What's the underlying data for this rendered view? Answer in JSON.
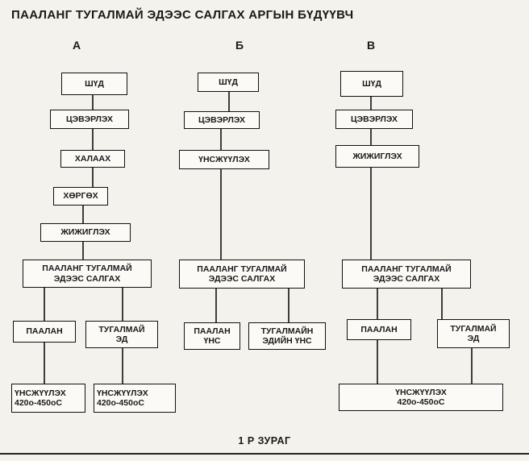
{
  "title": "ПААЛАНГ ТУГАЛМАЙ ЭДЭЭС САЛГАХ АРГЫН БҮДҮҮВЧ",
  "columns": {
    "a": {
      "label": "А",
      "steps": [
        "ШҮД",
        "ЦЭВЭРЛЭХ",
        "ХАЛААХ",
        "ХӨРГӨХ",
        "ЖИЖИГЛЭХ",
        "ПААЛАНГ ТУГАЛМАЙ\nЭДЭЭС САЛГАХ"
      ],
      "branch_left": "ПААЛАН",
      "branch_right": "ТУГАЛМАЙ\nЭД",
      "end_left": "ҮНСЖҮҮЛЭХ\n420о-450оС",
      "end_right": "ҮНСЖҮҮЛЭХ\n420о-450оС"
    },
    "b": {
      "label": "Б",
      "steps": [
        "ШҮД",
        "ЦЭВЭРЛЭХ",
        "ҮНСЖҮҮЛЭХ",
        "ПААЛАНГ ТУГАЛМАЙ\nЭДЭЭС САЛГАХ"
      ],
      "branch_left": "ПААЛАН\nҮНС",
      "branch_right": "ТУГАЛМАЙН\nЭДИЙН ҮНС"
    },
    "c": {
      "label": "В",
      "steps": [
        "ШҮД",
        "ЦЭВЭРЛЭХ",
        "ЖИЖИГЛЭХ",
        "ПААЛАНГ ТУГАЛМАЙ\nЭДЭЭС САЛГАХ"
      ],
      "branch_left": "ПААЛАН",
      "branch_right": "ТУГАЛМАЙ\nЭД",
      "end": "ҮНСЖҮҮЛЭХ\n420о-450оС"
    }
  },
  "caption": "1 Р ЗУРАГ"
}
